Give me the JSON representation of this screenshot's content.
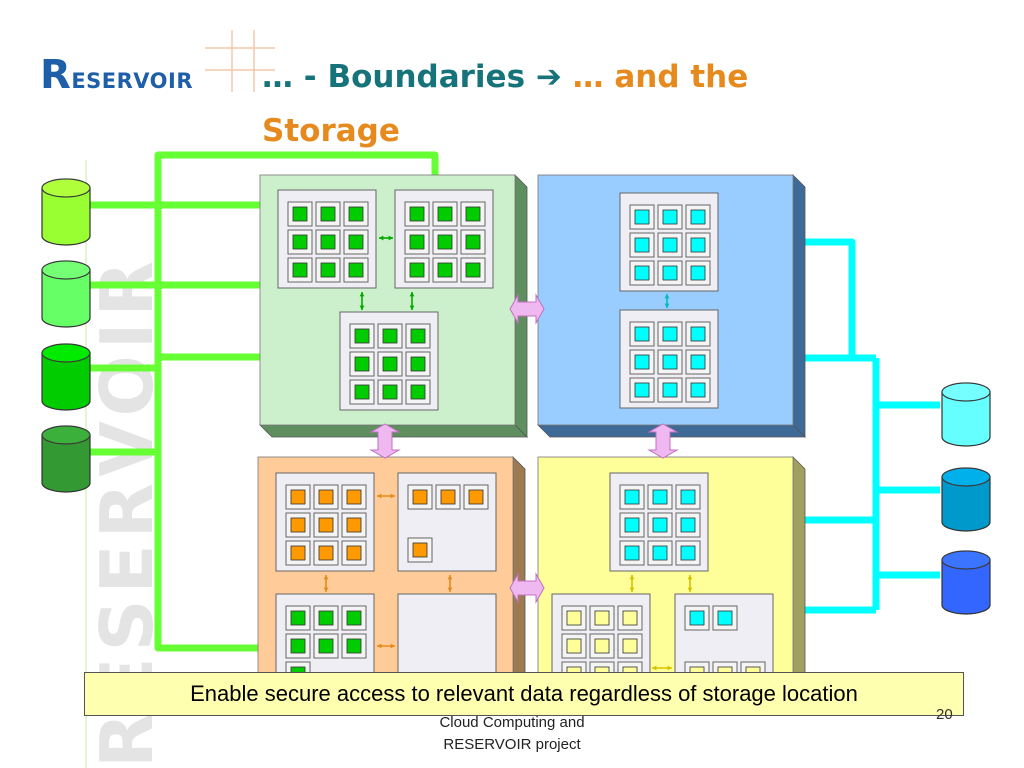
{
  "logo": {
    "first_letter": "R",
    "rest": "ESERVOIR",
    "watermark": "RESERVOIR"
  },
  "title": {
    "part1": "… - Boundaries",
    "arrow": "➔",
    "part2": "… and the",
    "part3": "Storage"
  },
  "banner": {
    "text": "Enable secure access to relevant data regardless of storage location"
  },
  "footer": {
    "line1": "Cloud Computing and",
    "line2": "RESERVOIR project"
  },
  "page_number": "20",
  "colors": {
    "title_dark": "#17737a",
    "title_orange": "#e68a1e",
    "logo_blue": "#1f5ea8",
    "site_green": "#ccf0cc",
    "site_blue": "#99ccff",
    "site_orange": "#ffcc99",
    "site_yellow": "#ffff99",
    "link_green": "#66ff33",
    "link_cyan": "#00ffff",
    "vm_green": "#00cc00",
    "vm_cyan": "#00ffff",
    "vm_orange": "#ff9900",
    "vm_yellow": "#ffff99",
    "interconnect_pink": "#f0b8f0"
  },
  "storage_left": [
    "#99ff33",
    "#66ff66",
    "#00cc00",
    "#339933"
  ],
  "storage_right": [
    "#66ffff",
    "#0099cc",
    "#3366ff"
  ]
}
